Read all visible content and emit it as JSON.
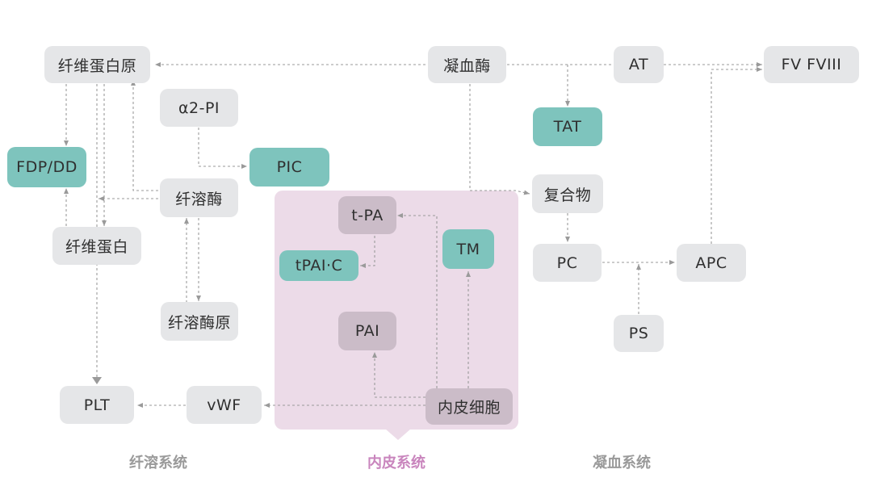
{
  "nodes": {
    "fibrinogen": "纤维蛋白原",
    "thrombin": "凝血酶",
    "at": "AT",
    "fv_fviii": "FV FVIII",
    "a2pi": "α2-PI",
    "tat": "TAT",
    "fdp_dd": "FDP/DD",
    "pic": "PIC",
    "plasmin": "纤溶酶",
    "complex": "复合物",
    "tpa": "t-PA",
    "fibrin": "纤维蛋白",
    "tm": "TM",
    "tpai_c": "tPAI·C",
    "pc": "PC",
    "apc": "APC",
    "plasminogen": "纤溶酶原",
    "pai": "PAI",
    "ps": "PS",
    "plt": "PLT",
    "vwf": "vWF",
    "endothelial_cell": "内皮细胞"
  },
  "sections": {
    "fibrinolytic": "纤溶系统",
    "endothelial": "内皮系统",
    "coagulation": "凝血系统"
  },
  "colors": {
    "node_gray": "#e5e6e8",
    "node_teal": "#7ec4bd",
    "node_mauve": "#cbbcc8",
    "panel_pink": "#ecdbe8",
    "connector": "#9a9a9a",
    "label_gray": "#9a9a9a",
    "label_pink": "#c985bd"
  }
}
